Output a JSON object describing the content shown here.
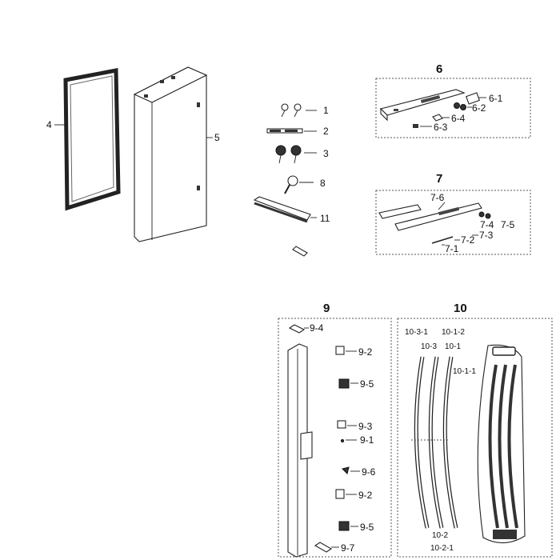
{
  "labels": {
    "l1": "1",
    "l2": "2",
    "l3": "3",
    "l4": "4",
    "l5": "5",
    "l6": "6",
    "l7": "7",
    "l8": "8",
    "l9": "9",
    "l10": "10",
    "l11": "11",
    "l6_1": "6-1",
    "l6_2": "6-2",
    "l6_3": "6-3",
    "l6_4": "6-4",
    "l7_1": "7-1",
    "l7_2": "7-2",
    "l7_3": "7-3",
    "l7_4": "7-4",
    "l7_5": "7-5",
    "l7_6": "7-6",
    "l9_1": "9-1",
    "l9_2a": "9-2",
    "l9_2b": "9-2",
    "l9_3": "9-3",
    "l9_4": "9-4",
    "l9_5a": "9-5",
    "l9_5b": "9-5",
    "l9_6": "9-6",
    "l9_7": "9-7",
    "l10_1": "10-1",
    "l10_1_1": "10-1-1",
    "l10_1_2": "10-1-2",
    "l10_2": "10-2",
    "l10_2_1": "10-2-1",
    "l10_3": "10-3",
    "l10_3_1": "10-3-1"
  }
}
